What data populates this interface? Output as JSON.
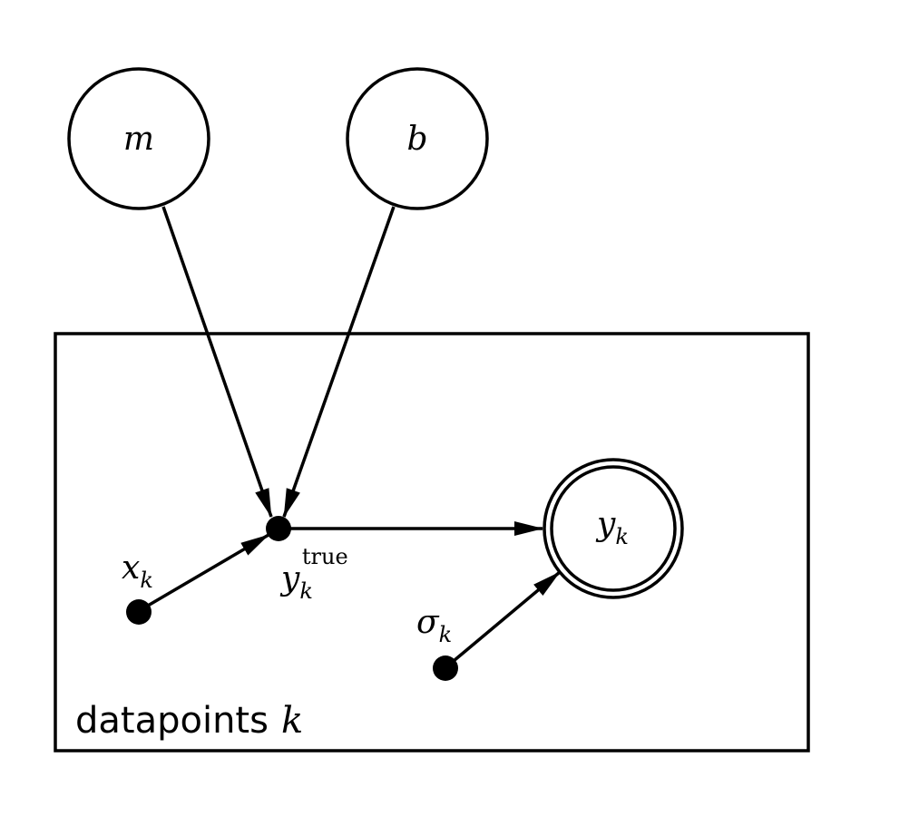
{
  "nodes": {
    "m": {
      "label": "m"
    },
    "b": {
      "label": "b"
    },
    "y_true": {
      "label": "y",
      "subscript": "k",
      "superscript": "true"
    },
    "y_obs": {
      "label": "y",
      "subscript": "k"
    },
    "x": {
      "label": "x",
      "subscript": "k"
    },
    "sigma": {
      "label": "σ",
      "subscript": "k"
    }
  },
  "plate": {
    "label": "datapoints",
    "index": "k"
  },
  "colors": {
    "stroke": "#000000",
    "fill": "#ffffff"
  }
}
